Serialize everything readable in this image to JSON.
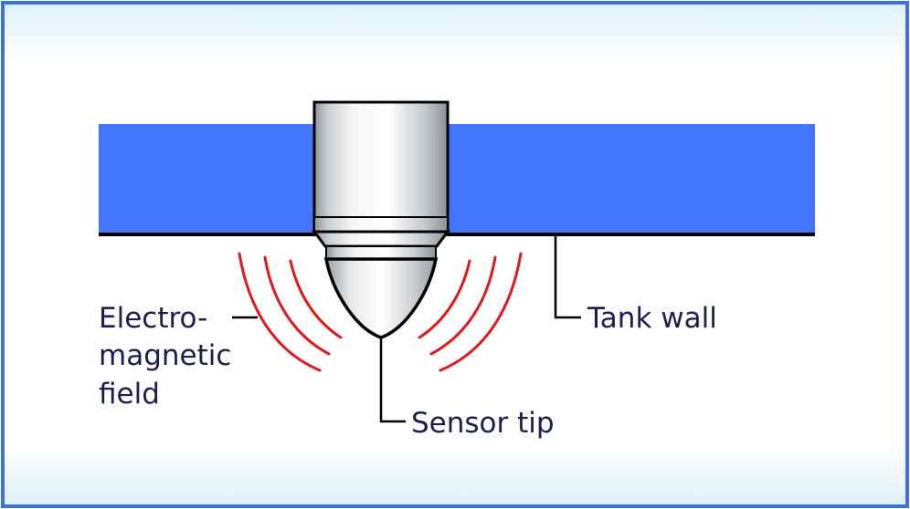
{
  "labels": {
    "field_line1": "Electro-",
    "field_line2": "magnetic",
    "field_line3": "field",
    "tank_wall": "Tank wall",
    "sensor_tip": "Sensor tip"
  },
  "colors": {
    "frame": "#3f6fe6",
    "wall_fill": "#4375ff",
    "field_arcs": "#e0191e",
    "text": "#1a1f4d",
    "background_edge": "#e3f3fb"
  }
}
